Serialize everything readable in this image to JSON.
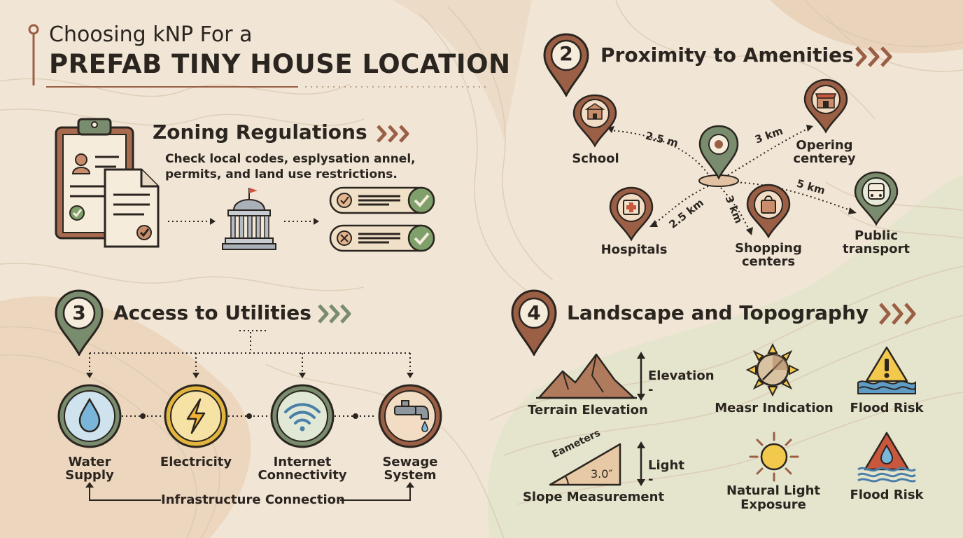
{
  "header": {
    "title_line1": "Choosing kNP For a",
    "title_line2": "PREFAB TINY HOUSE LOCATION"
  },
  "zoning": {
    "heading": "Zoning Regulations",
    "description_line1": "Check local codes, esplysation annel,",
    "description_line2": "permits, and land use restrictions."
  },
  "amenities": {
    "number": "2",
    "heading": "Proximity to Amenities",
    "items": [
      {
        "label": "School",
        "distance": "2.5 m"
      },
      {
        "label_line1": "Opering",
        "label_line2": "centerey",
        "distance": "3 km"
      },
      {
        "label_line1": "Public",
        "label_line2": "transport",
        "distance": "5 km"
      },
      {
        "label_line1": "Shopping",
        "label_line2": "centers",
        "distance": "3 km"
      },
      {
        "label": "Hospitals",
        "distance": "2.5 km"
      }
    ]
  },
  "utilities": {
    "number": "3",
    "heading": "Access to Utilities",
    "items": [
      {
        "label_line1": "Water",
        "label_line2": "Supply"
      },
      {
        "label_line1": "Electricity",
        "label_line2": ""
      },
      {
        "label_line1": "Internet",
        "label_line2": "Connectivity"
      },
      {
        "label_line1": "Sewage",
        "label_line2": "System"
      }
    ],
    "footer": "Infrastructure Connection"
  },
  "landscape": {
    "number": "4",
    "heading": "Landscape and Topography",
    "terrain_label": "Terrain Elevation",
    "elevation_label": "Elevation",
    "elevation_sub": "-",
    "light_label": "Light",
    "light_sub": "-",
    "slope_label": "Slope Measurement",
    "slope_text": "Eameters",
    "slope_value": "3.0″",
    "measr_label": "Measr Indication",
    "flood1_label": "Flood Risk",
    "natural_light_line1": "Natural Light",
    "natural_light_line2": "Exposure",
    "flood2_label": "Flood Risk"
  },
  "colors": {
    "brown": "#9a5f45",
    "green": "#6f8a5e",
    "cream": "#f6ecdc",
    "background": "#f1e6d6",
    "dark": "#2b2520",
    "blue": "#7ab6d9",
    "yellow": "#f2c94c"
  },
  "icons": [
    "clipboard-icon",
    "document-icon",
    "courthouse-icon",
    "checklist-icon",
    "map-pin-icon",
    "school-icon",
    "store-icon",
    "hospital-icon",
    "shopping-bag-icon",
    "bus-icon",
    "water-drop-icon",
    "lightning-icon",
    "wifi-icon",
    "faucet-icon",
    "mountain-icon",
    "slope-icon",
    "sun-icon",
    "warning-icon",
    "flood-icon",
    "chevrons-icon"
  ]
}
